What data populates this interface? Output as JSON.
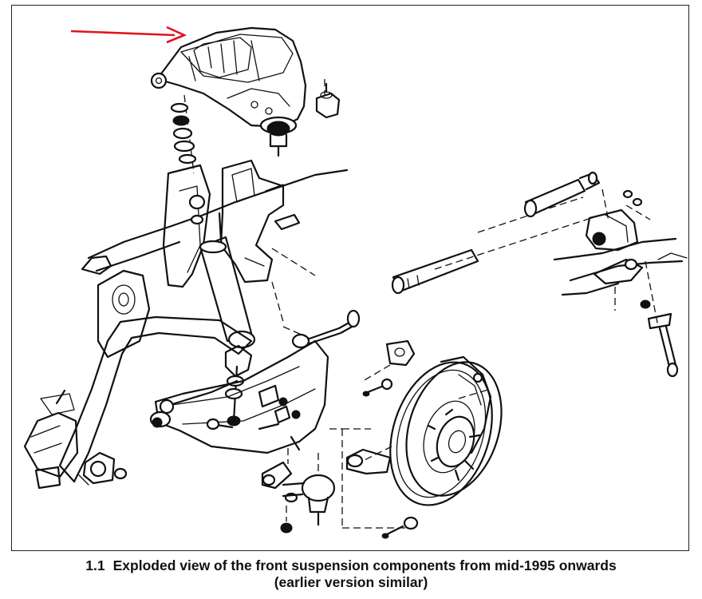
{
  "figure": {
    "number": "1.1",
    "caption_line1": "Exploded view of the front suspension components from mid-1995 onwards",
    "caption_line2": "(earlier version similar)"
  },
  "colors": {
    "ink": "#111111",
    "background": "#ffffff",
    "highlight_arrow": "#e0141e"
  },
  "highlight": {
    "icon": "red-arrow-icon",
    "points_to": "upper-control-arm"
  }
}
